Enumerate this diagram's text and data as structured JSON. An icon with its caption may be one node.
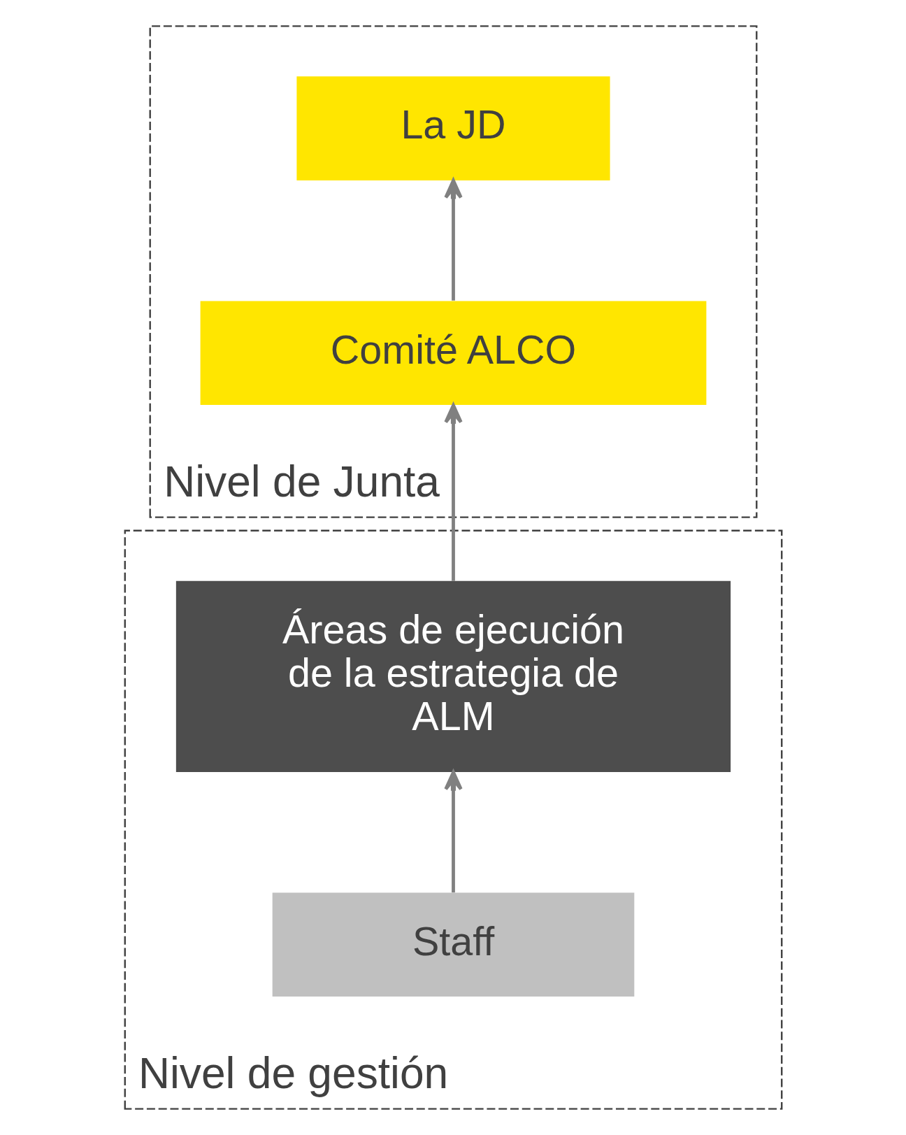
{
  "diagram": {
    "nodes": [
      {
        "text": [
          "Nivel de Junta"
        ]
      },
      {
        "text": [
          "La JD"
        ],
        "in": 0
      },
      {
        "text": [
          "Comité ALCO"
        ],
        "in": 0
      },
      {
        "text": [
          "Nivel de gestión"
        ]
      },
      {
        "text": [
          "Áreas de ejecución de la estrategia de ALM"
        ],
        "in": 3
      },
      {
        "text": [
          "Staff"
        ],
        "in": 3
      }
    ],
    "edges": [
      {
        "from": 2,
        "to": 1,
        "arrow": "to"
      },
      {
        "from": 4,
        "to": 2,
        "arrow": "to"
      },
      {
        "from": 5,
        "to": 4,
        "arrow": "to"
      }
    ]
  }
}
